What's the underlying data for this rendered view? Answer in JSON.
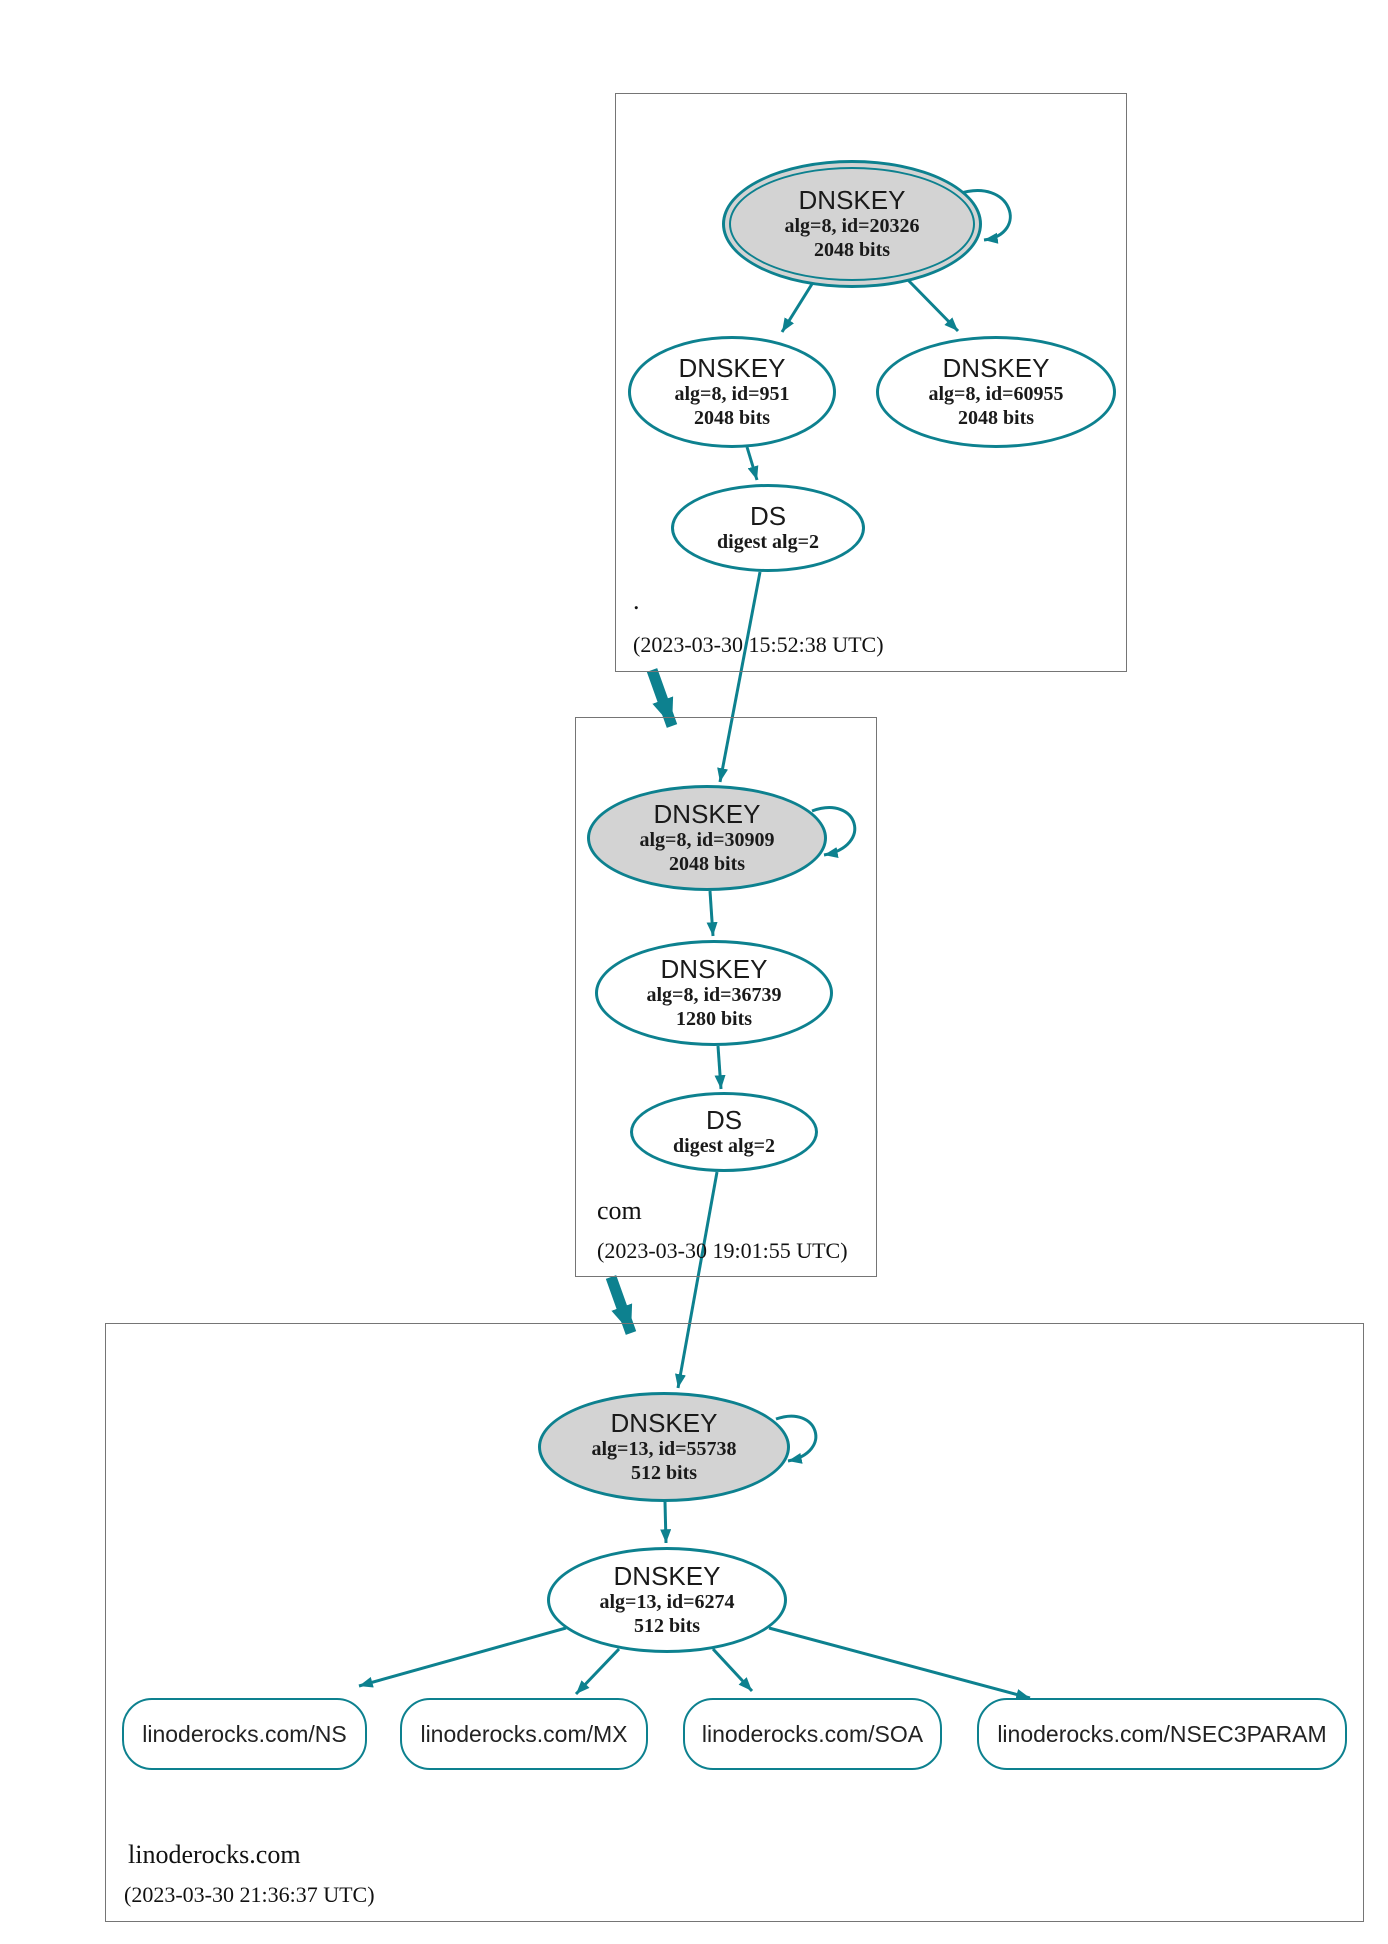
{
  "diagram": {
    "kind": "dnssec-authentication-chain-graph"
  },
  "colors": {
    "edge_teal": "#0d818f",
    "ksk_fill": "#d3d3d3",
    "zone_border": "#757575"
  },
  "zones": [
    {
      "name": ".",
      "timestamp": "(2023-03-30 15:52:38 UTC)"
    },
    {
      "name": "com",
      "timestamp": "(2023-03-30 19:01:55 UTC)"
    },
    {
      "name": "linoderocks.com",
      "timestamp": "(2023-03-30 21:36:37 UTC)"
    }
  ],
  "nodes": {
    "root_ksk": {
      "title": "DNSKEY",
      "detail1": "alg=8, id=20326",
      "detail2": "2048 bits"
    },
    "root_zsk1": {
      "title": "DNSKEY",
      "detail1": "alg=8, id=951",
      "detail2": "2048 bits"
    },
    "root_zsk2": {
      "title": "DNSKEY",
      "detail1": "alg=8, id=60955",
      "detail2": "2048 bits"
    },
    "root_ds": {
      "title": "DS",
      "detail1": "digest alg=2"
    },
    "com_ksk": {
      "title": "DNSKEY",
      "detail1": "alg=8, id=30909",
      "detail2": "2048 bits"
    },
    "com_zsk": {
      "title": "DNSKEY",
      "detail1": "alg=8, id=36739",
      "detail2": "1280 bits"
    },
    "com_ds": {
      "title": "DS",
      "detail1": "digest alg=2"
    },
    "linode_ksk": {
      "title": "DNSKEY",
      "detail1": "alg=13, id=55738",
      "detail2": "512 bits"
    },
    "linode_zsk": {
      "title": "DNSKEY",
      "detail1": "alg=13, id=6274",
      "detail2": "512 bits"
    },
    "rrset_ns": {
      "label": "linoderocks.com/NS"
    },
    "rrset_mx": {
      "label": "linoderocks.com/MX"
    },
    "rrset_soa": {
      "label": "linoderocks.com/SOA"
    },
    "rrset_nsec3param": {
      "label": "linoderocks.com/NSEC3PARAM"
    }
  }
}
